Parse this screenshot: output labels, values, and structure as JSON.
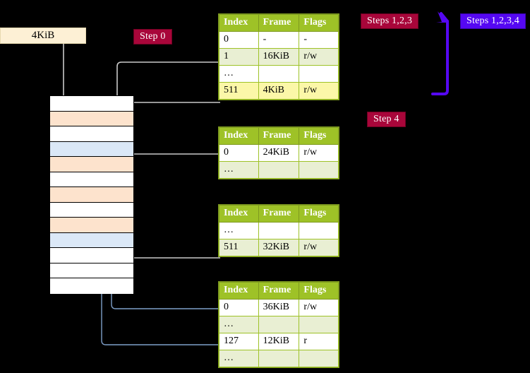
{
  "diagram": {
    "title_badges": {
      "step0": "Step 0",
      "step4": "Step 4",
      "steps123": "Steps 1,2,3",
      "steps1234": "Steps 1,2,3,4"
    },
    "virtual_address": {
      "label": "4KiB"
    },
    "colors": {
      "badge_red": "#a8063a",
      "badge_blue": "#5508f2",
      "table_header": "#9ec227",
      "table_alt_row": "#e9efd3",
      "table_highlight_row": "#fbf7a8",
      "vaddr_box": "#fdf0d5",
      "mem_orange": "#fde3cd",
      "mem_blue": "#dbe8f7",
      "wire_gray": "#cccccc",
      "wire_blue": "#7e9fc9"
    },
    "memory_rows": [
      {
        "fill": "white"
      },
      {
        "fill": "orange"
      },
      {
        "fill": "white"
      },
      {
        "fill": "blue"
      },
      {
        "fill": "orange"
      },
      {
        "fill": "white"
      },
      {
        "fill": "orange"
      },
      {
        "fill": "white"
      },
      {
        "fill": "orange"
      },
      {
        "fill": "blue"
      },
      {
        "fill": "white"
      },
      {
        "fill": "white"
      },
      {
        "fill": "white"
      },
      {
        "fill": "white"
      }
    ],
    "columns": [
      "Index",
      "Frame",
      "Flags"
    ],
    "tables": [
      {
        "name": "page-table-level-0",
        "rows": [
          {
            "index": "0",
            "frame": "-",
            "flags": "-",
            "style": "plain"
          },
          {
            "index": "1",
            "frame": "16KiB",
            "flags": "r/w",
            "style": "alt"
          },
          {
            "index": "…",
            "frame": "",
            "flags": "",
            "style": "plain"
          },
          {
            "index": "511",
            "frame": "4KiB",
            "flags": "r/w",
            "style": "hl"
          }
        ]
      },
      {
        "name": "page-table-level-1",
        "rows": [
          {
            "index": "0",
            "frame": "24KiB",
            "flags": "r/w",
            "style": "plain"
          },
          {
            "index": "…",
            "frame": "",
            "flags": "",
            "style": "alt"
          }
        ]
      },
      {
        "name": "page-table-level-2",
        "rows": [
          {
            "index": "…",
            "frame": "",
            "flags": "",
            "style": "plain"
          },
          {
            "index": "511",
            "frame": "32KiB",
            "flags": "r/w",
            "style": "alt"
          }
        ]
      },
      {
        "name": "page-table-level-3",
        "rows": [
          {
            "index": "0",
            "frame": "36KiB",
            "flags": "r/w",
            "style": "plain"
          },
          {
            "index": "…",
            "frame": "",
            "flags": "",
            "style": "alt"
          },
          {
            "index": "127",
            "frame": "12KiB",
            "flags": "r",
            "style": "plain"
          },
          {
            "index": "…",
            "frame": "",
            "flags": "",
            "style": "alt"
          }
        ]
      }
    ]
  }
}
